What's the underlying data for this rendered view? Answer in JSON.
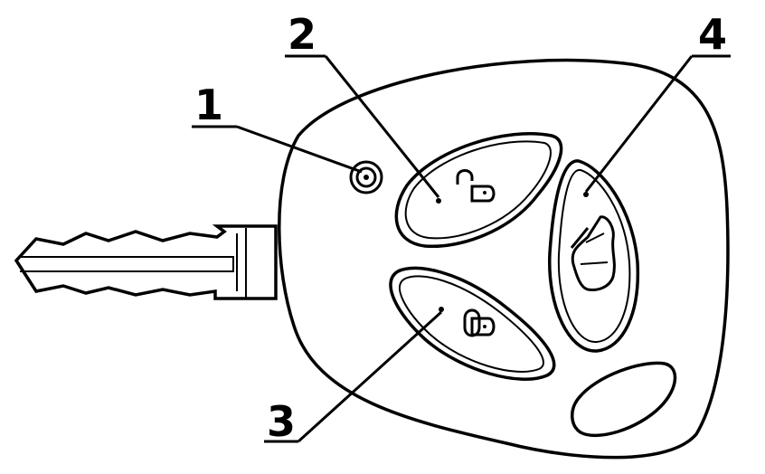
{
  "figure": {
    "callouts": [
      {
        "id": "1",
        "label": "1"
      },
      {
        "id": "2",
        "label": "2"
      },
      {
        "id": "3",
        "label": "3"
      },
      {
        "id": "4",
        "label": "4"
      }
    ],
    "icons": {
      "led": "indicator-led-icon",
      "unlock": "unlock-padlock-icon",
      "lock": "lock-padlock-icon",
      "trunk": "car-trunk-icon"
    },
    "colors": {
      "line": "#000000",
      "background": "#ffffff"
    }
  }
}
